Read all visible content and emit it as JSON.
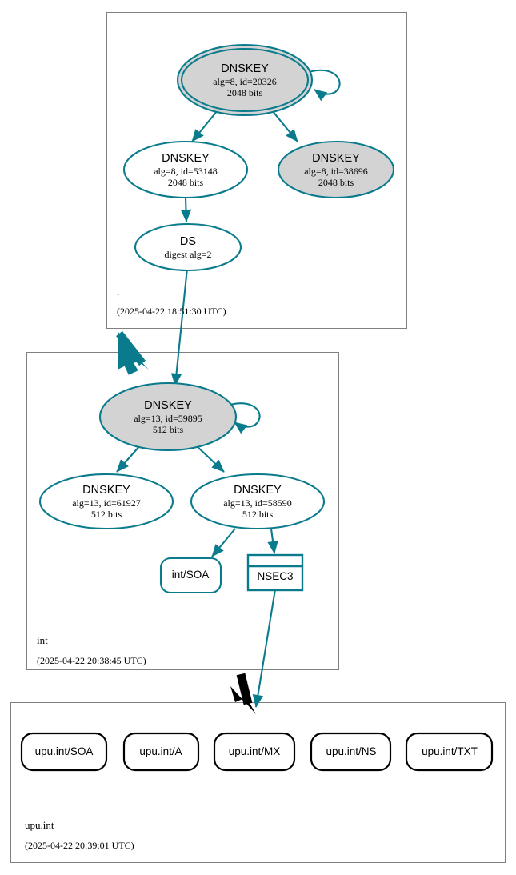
{
  "diagram": {
    "type": "dnssec-authentication-chain",
    "colors": {
      "secure": "#0a7b8c",
      "insecure": "#000000",
      "zone_border": "#808080",
      "ksk_fill": "#d3d3d3",
      "zsk_fill": "#ffffff",
      "text": "#000000"
    }
  },
  "zones": [
    {
      "id": "root",
      "name": ".",
      "timestamp": "(2025-04-22 18:51:30 UTC)",
      "nodes": [
        {
          "id": "root-ksk-20326",
          "kind": "DNSKEY",
          "title": "DNSKEY",
          "line2": "alg=8, id=20326",
          "line3": "2048 bits",
          "shape": "doubleellipse",
          "fill": "#d3d3d3",
          "self_signed": true
        },
        {
          "id": "root-zsk-53148",
          "kind": "DNSKEY",
          "title": "DNSKEY",
          "line2": "alg=8, id=53148",
          "line3": "2048 bits",
          "shape": "ellipse",
          "fill": "#ffffff",
          "self_signed": false
        },
        {
          "id": "root-zsk-38696",
          "kind": "DNSKEY",
          "title": "DNSKEY",
          "line2": "alg=8, id=38696",
          "line3": "2048 bits",
          "shape": "ellipse",
          "fill": "#d3d3d3",
          "self_signed": false
        },
        {
          "id": "root-ds",
          "kind": "DS",
          "title": "DS",
          "line2": "digest alg=2",
          "line3": "",
          "shape": "ellipse",
          "fill": "#ffffff",
          "self_signed": false
        }
      ]
    },
    {
      "id": "int",
      "name": "int",
      "timestamp": "(2025-04-22 20:38:45 UTC)",
      "nodes": [
        {
          "id": "int-ksk-59895",
          "kind": "DNSKEY",
          "title": "DNSKEY",
          "line2": "alg=13, id=59895",
          "line3": "512 bits",
          "shape": "ellipse",
          "fill": "#d3d3d3",
          "self_signed": true
        },
        {
          "id": "int-zsk-61927",
          "kind": "DNSKEY",
          "title": "DNSKEY",
          "line2": "alg=13, id=61927",
          "line3": "512 bits",
          "shape": "ellipse",
          "fill": "#ffffff",
          "self_signed": false
        },
        {
          "id": "int-zsk-58590",
          "kind": "DNSKEY",
          "title": "DNSKEY",
          "line2": "alg=13, id=58590",
          "line3": "512 bits",
          "shape": "ellipse",
          "fill": "#ffffff",
          "self_signed": false
        },
        {
          "id": "int-soa",
          "kind": "RRset",
          "title": "int/SOA",
          "shape": "roundrect",
          "fill": "#ffffff"
        },
        {
          "id": "int-nsec3",
          "kind": "NSEC3",
          "title": "NSEC3",
          "shape": "record",
          "fill": "#ffffff"
        }
      ]
    },
    {
      "id": "upu-int",
      "name": "upu.int",
      "timestamp": "(2025-04-22 20:39:01 UTC)",
      "nodes": [
        {
          "id": "upu-soa",
          "kind": "RRset",
          "title": "upu.int/SOA",
          "shape": "roundrect",
          "fill": "#ffffff"
        },
        {
          "id": "upu-a",
          "kind": "RRset",
          "title": "upu.int/A",
          "shape": "roundrect",
          "fill": "#ffffff"
        },
        {
          "id": "upu-mx",
          "kind": "RRset",
          "title": "upu.int/MX",
          "shape": "roundrect",
          "fill": "#ffffff"
        },
        {
          "id": "upu-ns",
          "kind": "RRset",
          "title": "upu.int/NS",
          "shape": "roundrect",
          "fill": "#ffffff"
        },
        {
          "id": "upu-txt",
          "kind": "RRset",
          "title": "upu.int/TXT",
          "shape": "roundrect",
          "fill": "#ffffff"
        }
      ]
    }
  ],
  "edges": [
    {
      "from": "root-ksk-20326",
      "to": "root-ksk-20326",
      "style": "self-loop",
      "color": "#0a7b8c"
    },
    {
      "from": "root-ksk-20326",
      "to": "root-zsk-53148",
      "style": "signs",
      "color": "#0a7b8c"
    },
    {
      "from": "root-ksk-20326",
      "to": "root-zsk-38696",
      "style": "signs",
      "color": "#0a7b8c"
    },
    {
      "from": "root-zsk-53148",
      "to": "root-ds",
      "style": "signs",
      "color": "#0a7b8c"
    },
    {
      "from": "root-ds",
      "to": "int-ksk-59895",
      "style": "delegation-ds",
      "color": "#0a7b8c"
    },
    {
      "from": "root",
      "to": "int",
      "style": "zone-delegation-secure",
      "color": "#0a7b8c"
    },
    {
      "from": "int-ksk-59895",
      "to": "int-ksk-59895",
      "style": "self-loop",
      "color": "#0a7b8c"
    },
    {
      "from": "int-ksk-59895",
      "to": "int-zsk-61927",
      "style": "signs",
      "color": "#0a7b8c"
    },
    {
      "from": "int-ksk-59895",
      "to": "int-zsk-58590",
      "style": "signs",
      "color": "#0a7b8c"
    },
    {
      "from": "int-zsk-58590",
      "to": "int-soa",
      "style": "signs",
      "color": "#0a7b8c"
    },
    {
      "from": "int-zsk-58590",
      "to": "int-nsec3",
      "style": "signs",
      "color": "#0a7b8c"
    },
    {
      "from": "int-nsec3",
      "to": "upu-int",
      "style": "proves-nonexistence",
      "color": "#0a7b8c"
    },
    {
      "from": "int",
      "to": "upu-int",
      "style": "zone-delegation-insecure",
      "color": "#000000"
    }
  ]
}
